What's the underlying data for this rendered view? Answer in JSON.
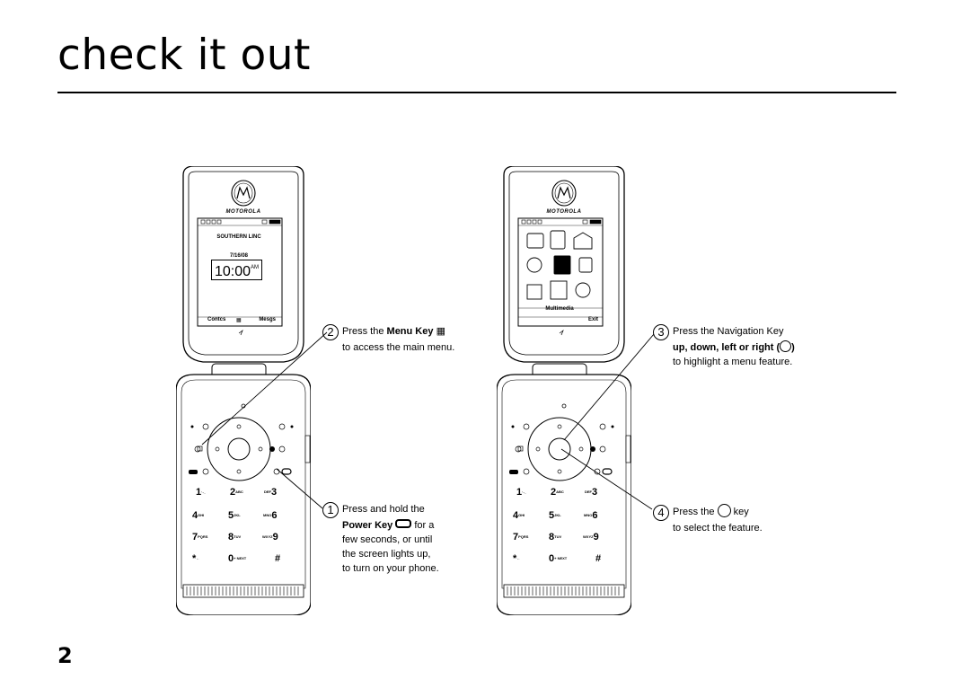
{
  "page": {
    "title": "check it out",
    "page_number": "2"
  },
  "phone_left": {
    "brand": "MOTOROLA",
    "carrier": "SOUTHERN LINC",
    "date": "7/16/08",
    "time": "10:00",
    "ampm": "AM",
    "soft_left": "Contcs",
    "soft_right": "Mesgs"
  },
  "phone_right": {
    "brand": "MOTOROLA",
    "menu_label": "Multimedia",
    "soft_right": "Exit"
  },
  "keypad": {
    "r1": [
      "1",
      "2",
      "3"
    ],
    "r2": [
      "4",
      "5",
      "6"
    ],
    "r3": [
      "7",
      "8",
      "9"
    ],
    "r4": [
      "*",
      "0",
      "#"
    ],
    "sub": {
      "k1": "·-_",
      "k2": "ABC",
      "k3": "DEF",
      "k4": "GHI",
      "k5": "JKL",
      "k6": "MNO",
      "k7": "PQRS",
      "k8": "TUV",
      "k9": "WXYZ",
      "k0": "+ NEXT",
      "kstar": "←"
    }
  },
  "callouts": {
    "c2": {
      "num": "2",
      "line1": "Press the ",
      "bold": "Menu Key",
      "line2": "to access the main menu."
    },
    "c1": {
      "num": "1",
      "line1": "Press and hold the",
      "bold": "Power Key",
      "line2_tail": " for a",
      "line3": "few seconds, or until",
      "line4": "the screen lights up,",
      "line5": "to turn on your phone."
    },
    "c3": {
      "num": "3",
      "line1": "Press the Navigation Key",
      "bold": "up, down, left or right (",
      "bold_tail": ")",
      "line3": "to highlight a menu feature."
    },
    "c4": {
      "num": "4",
      "line1": "Press the ",
      "line1_tail": " key",
      "line2": "to select the feature."
    }
  }
}
